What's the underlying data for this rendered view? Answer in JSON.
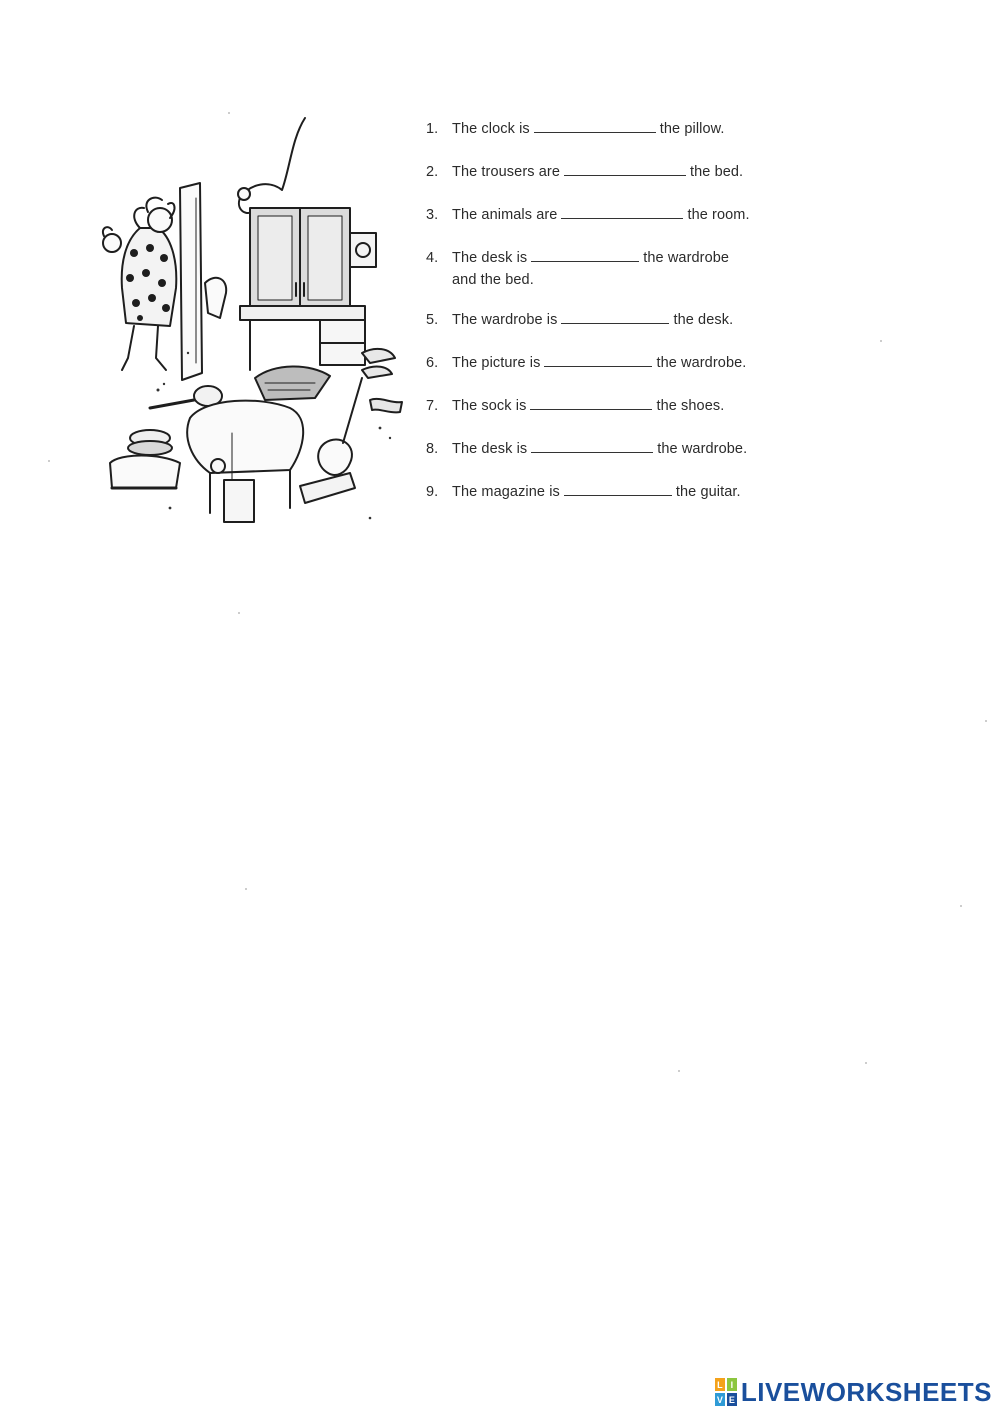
{
  "exercise": {
    "items": [
      {
        "number": "1.",
        "before": "The clock is",
        "after": "the pillow."
      },
      {
        "number": "2.",
        "before": "The trousers are",
        "after": "the bed."
      },
      {
        "number": "3.",
        "before": "The animals are",
        "after": "the room."
      },
      {
        "number": "4.",
        "before": "The desk is",
        "after": "the wardrobe",
        "continuation": "and the bed."
      },
      {
        "number": "5.",
        "before": "The wardrobe is",
        "after": "the desk."
      },
      {
        "number": "6.",
        "before": "The picture is",
        "after": "the wardrobe."
      },
      {
        "number": "7.",
        "before": "The sock is",
        "after": "the shoes."
      },
      {
        "number": "8.",
        "before": "The desk is",
        "after": "the wardrobe."
      },
      {
        "number": "9.",
        "before": "The magazine is",
        "after": "the guitar."
      }
    ]
  },
  "brand": {
    "name": "LIVEWORKSHEETS",
    "mark_letters": [
      "L",
      "I",
      "V",
      "E"
    ],
    "mark_colors": [
      "#f4a21b",
      "#8cc63f",
      "#2f9bd6",
      "#1a4f9c"
    ],
    "text_color": "#1a4f9c"
  }
}
